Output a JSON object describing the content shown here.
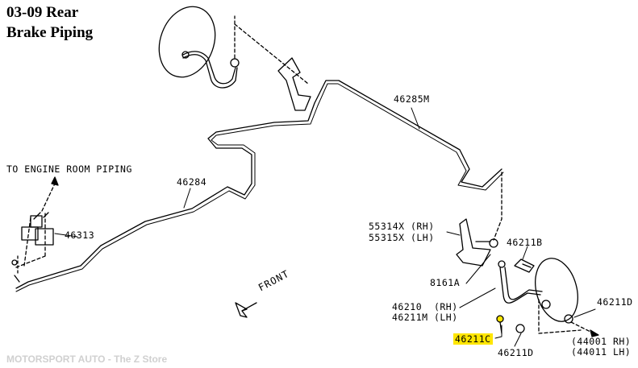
{
  "title": {
    "line1": "03-09 Rear",
    "line2": "Brake Piping"
  },
  "labels": {
    "engine_room": "TO ENGINE ROOM PIPING",
    "part_46313": "46313",
    "part_46284": "46284",
    "part_46285m": "46285M",
    "part_55314x": "55314X (RH)",
    "part_55315x": "55315X (LH)",
    "part_46211b": "46211B",
    "part_8161a": "8161A",
    "part_46210": "46210  (RH)",
    "part_46211m": "46211M (LH)",
    "part_46211c": "46211C",
    "part_46211d_right": "46211D",
    "part_46211d_bottom": "46211D",
    "part_44001": "(44001 RH)",
    "part_44011": "(44011 LH)",
    "front": "FRONT"
  },
  "watermark": "MOTORSPORT AUTO - The Z Store",
  "colors": {
    "highlight": "#ffe600",
    "line": "#000000",
    "watermark": "#d0d0d0"
  }
}
